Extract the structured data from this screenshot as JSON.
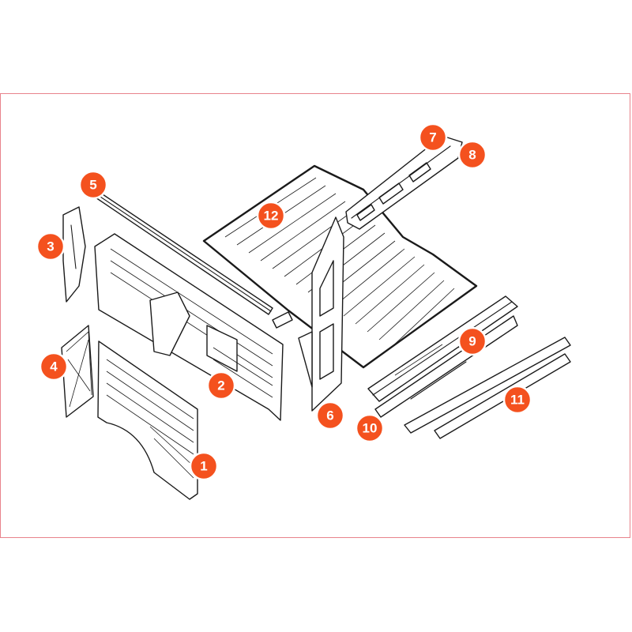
{
  "callouts": [
    {
      "id": "1",
      "label": "1"
    },
    {
      "id": "2",
      "label": "2"
    },
    {
      "id": "3",
      "label": "3"
    },
    {
      "id": "4",
      "label": "4"
    },
    {
      "id": "5",
      "label": "5"
    },
    {
      "id": "6",
      "label": "6"
    },
    {
      "id": "7",
      "label": "7"
    },
    {
      "id": "8",
      "label": "8"
    },
    {
      "id": "9",
      "label": "9"
    },
    {
      "id": "10",
      "label": "10"
    },
    {
      "id": "11",
      "label": "11"
    },
    {
      "id": "12",
      "label": "12"
    }
  ],
  "colors": {
    "callout": "#f4511e",
    "frame": "#e8838c",
    "stroke": "#1a1a1a"
  }
}
